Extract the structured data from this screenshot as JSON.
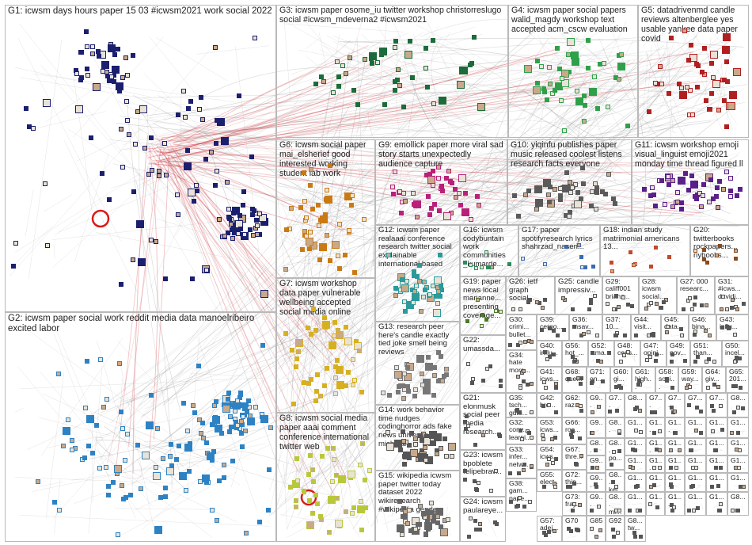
{
  "groups": [
    {
      "id": "g1",
      "label": "G1: icwsm days hours paper 15 03 #icwsm2021 work social 2022",
      "color": "#1a1f6e"
    },
    {
      "id": "g2",
      "label": "G2: icwsm paper social work reddit media data manoelribeiro excited labor",
      "color": "#2d82c4"
    },
    {
      "id": "g3",
      "label": "G3: icwsm paper osome_iu twitter workshop christorreslugo social #icwsm_mdeverna2 #icwsm2021",
      "color": "#1c6b3a"
    },
    {
      "id": "g4",
      "label": "G4: icwsm paper social papers walid_magdy workshop text accepted acm_cscw evaluation",
      "color": "#2fa04a"
    },
    {
      "id": "g5",
      "label": "G5: datadrivenmd candle reviews altenberglee yes usable yankee data paper covid",
      "color": "#b02020"
    },
    {
      "id": "g6",
      "label": "G6: icwsm social paper mai_elsherief good interested working student lab work",
      "color": "#c97a12"
    },
    {
      "id": "g9",
      "label": "G9: emollick paper more viral sad story starts unexpectedly audience capture",
      "color": "#b8207a"
    },
    {
      "id": "g10",
      "label": "G10: yiqinfu publishes paper music released coolest listens research facts everyone",
      "color": "#5a5a5a"
    },
    {
      "id": "g11",
      "label": "G11: icwsm workshop emoji visual_linguist emoji2021 monday time thread figured ll",
      "color": "#5b1f8a"
    },
    {
      "id": "g7",
      "label": "G7: icwsm workshop data paper vulnerable wellbeing accepted social media online",
      "color": "#d7b020"
    },
    {
      "id": "g8",
      "label": "G8: icwsm social media paper aaai comment conference international twitter web",
      "color": "#b8c83a"
    },
    {
      "id": "g12",
      "label": "G12: icwsm paper realaaai conference research twitter social explainable international based",
      "color": "#2a9a9a"
    },
    {
      "id": "g13",
      "label": "G13: research peer here's candle exactly tied joke smell being reviews",
      "color": "#777777"
    },
    {
      "id": "g14",
      "label": "G14: work behavior time nudges codinghorror ads fake news university michigan",
      "color": "#555555"
    },
    {
      "id": "g15",
      "label": "G15: wikipedia icwsm paper twitter today dataset 2022 wikiresearch #wikipedia gender",
      "color": "#666666"
    },
    {
      "id": "g16",
      "label": "G16: icwsm codybuntain work communities _kumarde...",
      "color": "#2d8a5a"
    },
    {
      "id": "g17",
      "label": "G17: paper spotifyresearch lyrics shahrzad_naseri...",
      "color": "#3a6ab0"
    },
    {
      "id": "g18",
      "label": "G18: indian study matrimonial americans 13...",
      "color": "#c04a2a"
    },
    {
      "id": "g20",
      "label": "G20: twitterbooks rockpapers... nybooks...",
      "color": "#8a4a1a"
    },
    {
      "id": "g19",
      "label": "G19: paper news local marianne... presenting coverage...",
      "color": "#4a7a2a"
    },
    {
      "id": "g26",
      "label": "G26: ietf graph social...",
      "color": "#555555"
    },
    {
      "id": "g25",
      "label": "G25: candle impressiv...",
      "color": "#555555"
    },
    {
      "id": "g29",
      "label": "G29: califf001 brianz...",
      "color": "#555555"
    },
    {
      "id": "g28",
      "label": "G28: icwsm social...",
      "color": "#555555"
    },
    {
      "id": "g27",
      "label": "G27: 000 researc...",
      "color": "#555555"
    },
    {
      "id": "g31",
      "label": "G31: #icws... davidj...",
      "color": "#555555"
    },
    {
      "id": "g22",
      "label": "G22: umassda...",
      "color": "#555555"
    },
    {
      "id": "g30",
      "label": "G30: crimi... bullet...",
      "color": "#555555"
    },
    {
      "id": "g39",
      "label": "G39: cerno...",
      "color": "#555555"
    },
    {
      "id": "g36",
      "label": "G36: msav...",
      "color": "#555555"
    },
    {
      "id": "g37",
      "label": "G37: 10...",
      "color": "#555555"
    },
    {
      "id": "g44",
      "label": "G44: visit...",
      "color": "#555555"
    },
    {
      "id": "g45",
      "label": "G45: data...",
      "color": "#555555"
    },
    {
      "id": "g46",
      "label": "G46: bina...",
      "color": "#555555"
    },
    {
      "id": "g43",
      "label": "G43: influ...",
      "color": "#555555"
    },
    {
      "id": "g34",
      "label": "G34: hate more...",
      "color": "#555555"
    },
    {
      "id": "g40",
      "label": "G40: influ...",
      "color": "#555555"
    },
    {
      "id": "g56",
      "label": "G56: hot_...",
      "color": "#555555"
    },
    {
      "id": "g52",
      "label": "G52: ama...",
      "color": "#555555"
    },
    {
      "id": "g48",
      "label": "G48: cens...",
      "color": "#555555"
    },
    {
      "id": "g47",
      "label": "G47: opini...",
      "color": "#555555"
    },
    {
      "id": "g49",
      "label": "G49: nov...",
      "color": "#555555"
    },
    {
      "id": "g51",
      "label": "G51: than...",
      "color": "#555555"
    },
    {
      "id": "g50",
      "label": "G50: incel...",
      "color": "#555555"
    },
    {
      "id": "g41",
      "label": "G41: icws...",
      "color": "#555555"
    },
    {
      "id": "g68",
      "label": "G68: que...",
      "color": "#555555"
    },
    {
      "id": "g71",
      "label": "G71: on...",
      "color": "#555555"
    },
    {
      "id": "g60",
      "label": "G60: gi...",
      "color": "#555555"
    },
    {
      "id": "g61",
      "label": "G61: high...",
      "color": "#555555"
    },
    {
      "id": "g58",
      "label": "G58: soci...",
      "color": "#555555"
    },
    {
      "id": "g59",
      "label": "G59: way...",
      "color": "#555555"
    },
    {
      "id": "g64",
      "label": "G64: giv...",
      "color": "#555555"
    },
    {
      "id": "g65",
      "label": "G65: 201...",
      "color": "#555555"
    },
    {
      "id": "g35",
      "label": "G35: tsch... gute...",
      "color": "#555555"
    },
    {
      "id": "g42",
      "label": "G42: bro...",
      "color": "#555555"
    },
    {
      "id": "g21",
      "label": "G21: elonmusk social peer media research...",
      "color": "#555555"
    },
    {
      "id": "g62",
      "label": "G62: raz...",
      "color": "#555555"
    },
    {
      "id": "g32",
      "label": "G32: conv... learni...",
      "color": "#555555"
    },
    {
      "id": "g66",
      "label": "G66: roc...",
      "color": "#555555"
    },
    {
      "id": "g53",
      "label": "G53: icws...",
      "color": "#555555"
    },
    {
      "id": "g67",
      "label": "G67: thre...",
      "color": "#555555"
    },
    {
      "id": "g23",
      "label": "G23: icwsm bpoblete felipebrav...",
      "color": "#555555"
    },
    {
      "id": "g54",
      "label": "G54: icws...",
      "color": "#555555"
    },
    {
      "id": "g33",
      "label": "G33: infer... netw...",
      "color": "#555555"
    },
    {
      "id": "g72",
      "label": "G72: thin...",
      "color": "#555555"
    },
    {
      "id": "g55",
      "label": "G55: elect...",
      "color": "#555555"
    },
    {
      "id": "g73",
      "label": "G73: fray...",
      "color": "#555555"
    },
    {
      "id": "g24",
      "label": "G24: icwsm paulareye...",
      "color": "#555555"
    },
    {
      "id": "g38",
      "label": "G38: gam... pape...",
      "color": "#555555"
    },
    {
      "id": "g57",
      "label": "G57: adej...",
      "color": "#555555"
    },
    {
      "id": "g70",
      "label": "G70",
      "color": "#555555"
    },
    {
      "id": "g85",
      "label": "G85",
      "color": "#555555"
    },
    {
      "id": "g92",
      "label": "G92",
      "color": "#555555"
    },
    {
      "id": "g83a",
      "label": "G8...",
      "color": "#555555"
    },
    {
      "id": "g7a",
      "label": "G7...",
      "color": "#555555"
    },
    {
      "id": "g7b",
      "label": "G7...",
      "color": "#555555"
    },
    {
      "id": "g7c",
      "label": "G7...",
      "color": "#555555"
    },
    {
      "id": "g7d",
      "label": "G7...",
      "color": "#555555"
    },
    {
      "id": "g7e",
      "label": "G7...",
      "color": "#555555"
    },
    {
      "id": "g9a",
      "label": "G9...",
      "color": "#555555"
    },
    {
      "id": "g8b",
      "label": "G8...",
      "color": "#555555"
    },
    {
      "id": "g1a",
      "label": "G1...",
      "color": "#555555"
    },
    {
      "id": "g1b",
      "label": "G1...",
      "color": "#555555"
    },
    {
      "id": "g1c",
      "label": "G1...",
      "color": "#555555"
    },
    {
      "id": "g1d",
      "label": "G1...",
      "color": "#555555"
    },
    {
      "id": "g1e",
      "label": "G1...",
      "color": "#555555"
    },
    {
      "id": "g8c",
      "label": "G8...",
      "color": "#555555"
    },
    {
      "id": "g9b",
      "label": "G9...",
      "color": "#555555"
    },
    {
      "id": "g8d",
      "label": "G8...",
      "color": "#555555"
    },
    {
      "id": "g1f",
      "label": "G1...",
      "color": "#555555"
    },
    {
      "id": "g1g",
      "label": "G1...",
      "color": "#555555"
    },
    {
      "id": "g1h",
      "label": "G1...",
      "color": "#555555"
    },
    {
      "id": "g1i",
      "label": "G1...",
      "color": "#555555"
    },
    {
      "id": "g8e",
      "label": "G8... po...",
      "color": "#555555"
    },
    {
      "id": "g9c",
      "label": "G9...",
      "color": "#555555"
    },
    {
      "id": "g1j",
      "label": "G1...",
      "color": "#555555"
    },
    {
      "id": "g1k",
      "label": "G1...",
      "color": "#555555"
    },
    {
      "id": "g1l",
      "label": "G1...",
      "color": "#555555"
    },
    {
      "id": "g1m",
      "label": "G1...",
      "color": "#555555"
    },
    {
      "id": "g8f",
      "label": "G8... kel...",
      "color": "#555555"
    },
    {
      "id": "g9d",
      "label": "G9...",
      "color": "#555555"
    },
    {
      "id": "g1n",
      "label": "G1...",
      "color": "#555555"
    },
    {
      "id": "g1o",
      "label": "G1...",
      "color": "#555555"
    },
    {
      "id": "g1p",
      "label": "G1...",
      "color": "#555555"
    },
    {
      "id": "g1q",
      "label": "G1...",
      "color": "#555555"
    },
    {
      "id": "g8g",
      "label": "G8... mi...",
      "color": "#555555"
    },
    {
      "id": "g8h",
      "label": "G8... tw...",
      "color": "#555555"
    },
    {
      "id": "g1r",
      "label": "G1...",
      "color": "#555555"
    },
    {
      "id": "g1s",
      "label": "G1...",
      "color": "#555555"
    },
    {
      "id": "g1t",
      "label": "G1...",
      "color": "#555555"
    },
    {
      "id": "g1u",
      "label": "G1...",
      "color": "#555555"
    },
    {
      "id": "g1v",
      "label": "G1...",
      "color": "#555555"
    },
    {
      "id": "g1w",
      "label": "G1...",
      "color": "#555555"
    },
    {
      "id": "g1x",
      "label": "G1...",
      "color": "#555555"
    },
    {
      "id": "g1y",
      "label": "G1...",
      "color": "#555555"
    },
    {
      "id": "g1z",
      "label": "G1...",
      "color": "#555555"
    },
    {
      "id": "g9e",
      "label": "G9...",
      "color": "#555555"
    },
    {
      "id": "g8i",
      "label": "G8...",
      "color": "#555555"
    },
    {
      "id": "g1aa",
      "label": "G1...",
      "color": "#555555"
    },
    {
      "id": "g1ab",
      "label": "G1...",
      "color": "#555555"
    },
    {
      "id": "g1ac",
      "label": "G1...",
      "color": "#555555"
    }
  ],
  "colors": {
    "box_border": "#b9b9b9",
    "edge": "#8a8a8a",
    "hub_edge": "#c8202a",
    "label_text": "#1e1e1e",
    "background": "#ffffff"
  }
}
